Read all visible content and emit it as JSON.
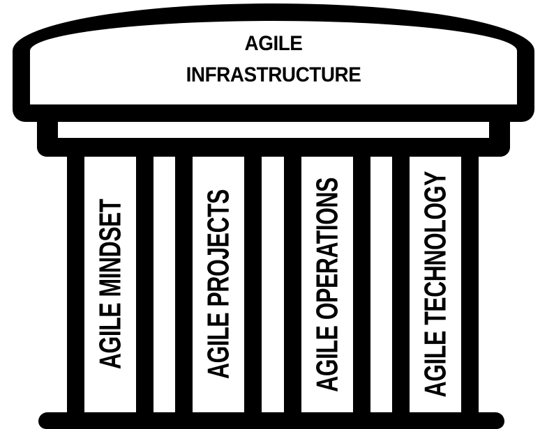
{
  "diagram": {
    "type": "pillar-temple",
    "roof": {
      "title_line1": "AGILE",
      "title_line2": "INFRASTRUCTURE"
    },
    "pillars": [
      {
        "label": "AGILE MINDSET"
      },
      {
        "label": "AGILE PROJECTS"
      },
      {
        "label": "AGILE OPERATIONS"
      },
      {
        "label": "AGILE TECHNOLOGY"
      }
    ],
    "colors": {
      "ink": "#000000",
      "background": "#ffffff"
    }
  }
}
